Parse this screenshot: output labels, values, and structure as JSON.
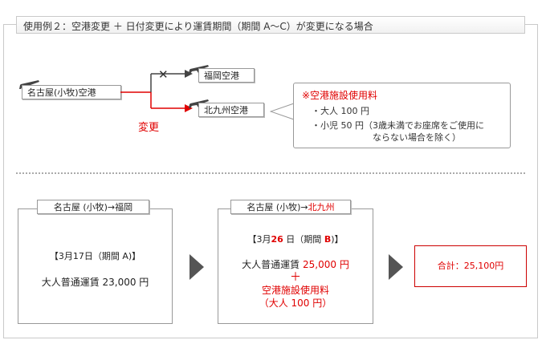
{
  "header": {
    "title": "使用例２：空港変更 ＋ 日付変更により運賃期間（期間 A〜C）が変更になる場合"
  },
  "route": {
    "origin": "名古屋(小牧)空港",
    "cancelled_destination": "福岡空港",
    "new_destination": "北九州空港",
    "change_label": "変更",
    "cancel_mark": "✕"
  },
  "fee_note": {
    "title": "※空港施設使用料",
    "adult": "・大人 100 円",
    "child_line1": "・小児 50 円（3歳未満でお座席をご使用に",
    "child_line2": "ならない場合を除く）"
  },
  "before": {
    "label": "名古屋 (小牧)→福岡",
    "date": "【3月17日（期間 A)】",
    "fare": "大人普通運賃 23,000 円"
  },
  "after": {
    "label_prefix": "名古屋 (小牧)→",
    "label_dest": "北九州",
    "date_prefix": "【3月",
    "date_day": "26",
    "date_mid": " 日（期間 ",
    "date_period": "B",
    "date_suffix": ")】",
    "fare_prefix": "大人普通運賃 ",
    "fare_amount": "25,000",
    "fare_suffix": " 円",
    "plus": "＋",
    "fee_label": "空港施設使用料",
    "fee_detail": "（大人 100 円）"
  },
  "total": {
    "label": "合計：25,100円"
  },
  "colors": {
    "accent": "#e00000",
    "border": "#999999",
    "arrow": "#555555"
  }
}
